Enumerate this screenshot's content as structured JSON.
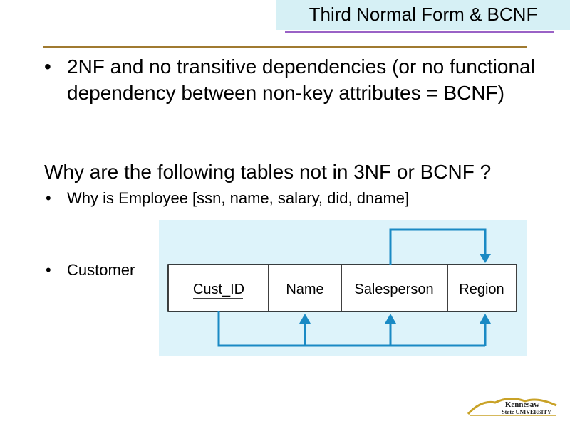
{
  "slide": {
    "title": "Third Normal Form & BCNF",
    "bullet_main": {
      "bullet": "•",
      "text": "2NF and no transitive dependencies (or no functional dependency between non-key attributes = BCNF)"
    },
    "question": "Why are the following tables not in 3NF or BCNF ?",
    "sub_bullets": [
      {
        "bullet": "•",
        "text": "Why is Employee [ssn, name, salary, did, dname]"
      },
      {
        "bullet": "•",
        "text": "Customer"
      }
    ]
  },
  "diagram": {
    "columns": [
      "Cust_ID",
      "Name",
      "Salesperson",
      "Region"
    ],
    "primary_key": "Cust_ID",
    "colors": {
      "background": "#ddf3fa",
      "arrow": "#1a8ac4",
      "box_border": "#000000"
    }
  },
  "logo": {
    "wordmark_line1": "Kennesaw",
    "wordmark_line2": "State UNIVERSITY"
  },
  "colors": {
    "title_bg": "#d6f0f5",
    "title_underline": "#9a62c6",
    "rule": "#a07a30"
  }
}
